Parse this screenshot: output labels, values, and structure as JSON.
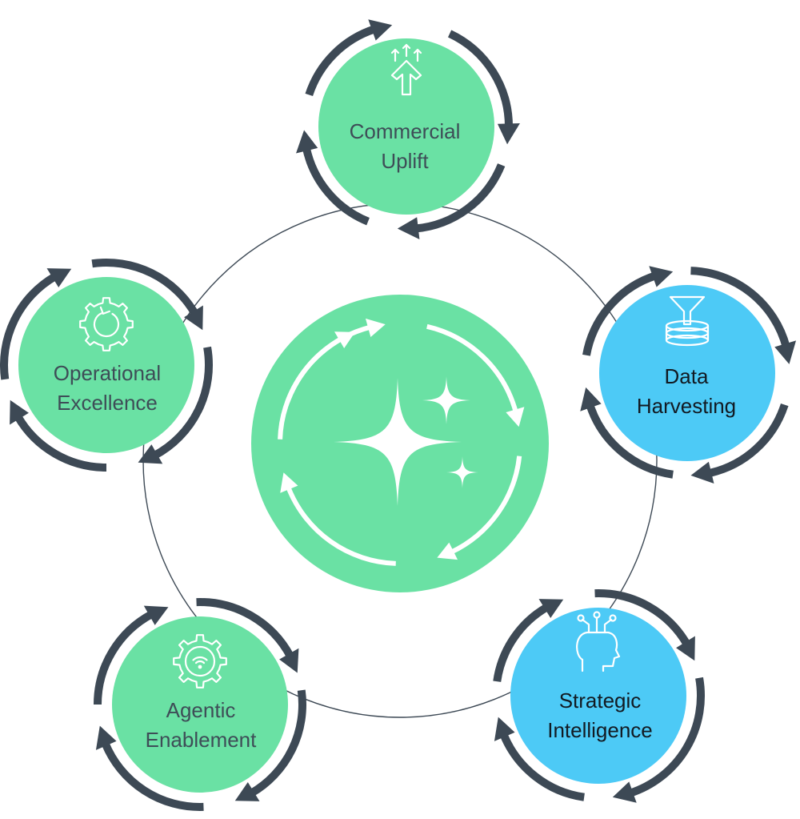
{
  "colors": {
    "green": "#6ae1a4",
    "blue": "#4dcaf6",
    "dark": "#3d4955",
    "text_on_green": "#3e4d57",
    "text_on_blue": "#121a22",
    "line": "#3d4955",
    "white": "#ffffff"
  },
  "center": {
    "icon": "sparkle-cycle-icon"
  },
  "nodes": [
    {
      "id": "commercial-uplift",
      "lines": [
        "Commercial",
        "Uplift"
      ],
      "icon": "upward-arrows-icon",
      "fill": "green"
    },
    {
      "id": "data-harvesting",
      "lines": [
        "Data",
        "Harvesting"
      ],
      "icon": "funnel-database-icon",
      "fill": "blue"
    },
    {
      "id": "strategic-intelligence",
      "lines": [
        "Strategic",
        "Intelligence"
      ],
      "icon": "head-circuit-icon",
      "fill": "blue"
    },
    {
      "id": "agentic-enablement",
      "lines": [
        "Agentic",
        "Enablement"
      ],
      "icon": "gear-signal-icon",
      "fill": "green"
    },
    {
      "id": "operational-excellence",
      "lines": [
        "Operational",
        "Excellence"
      ],
      "icon": "gear-cycle-icon",
      "fill": "green"
    }
  ]
}
